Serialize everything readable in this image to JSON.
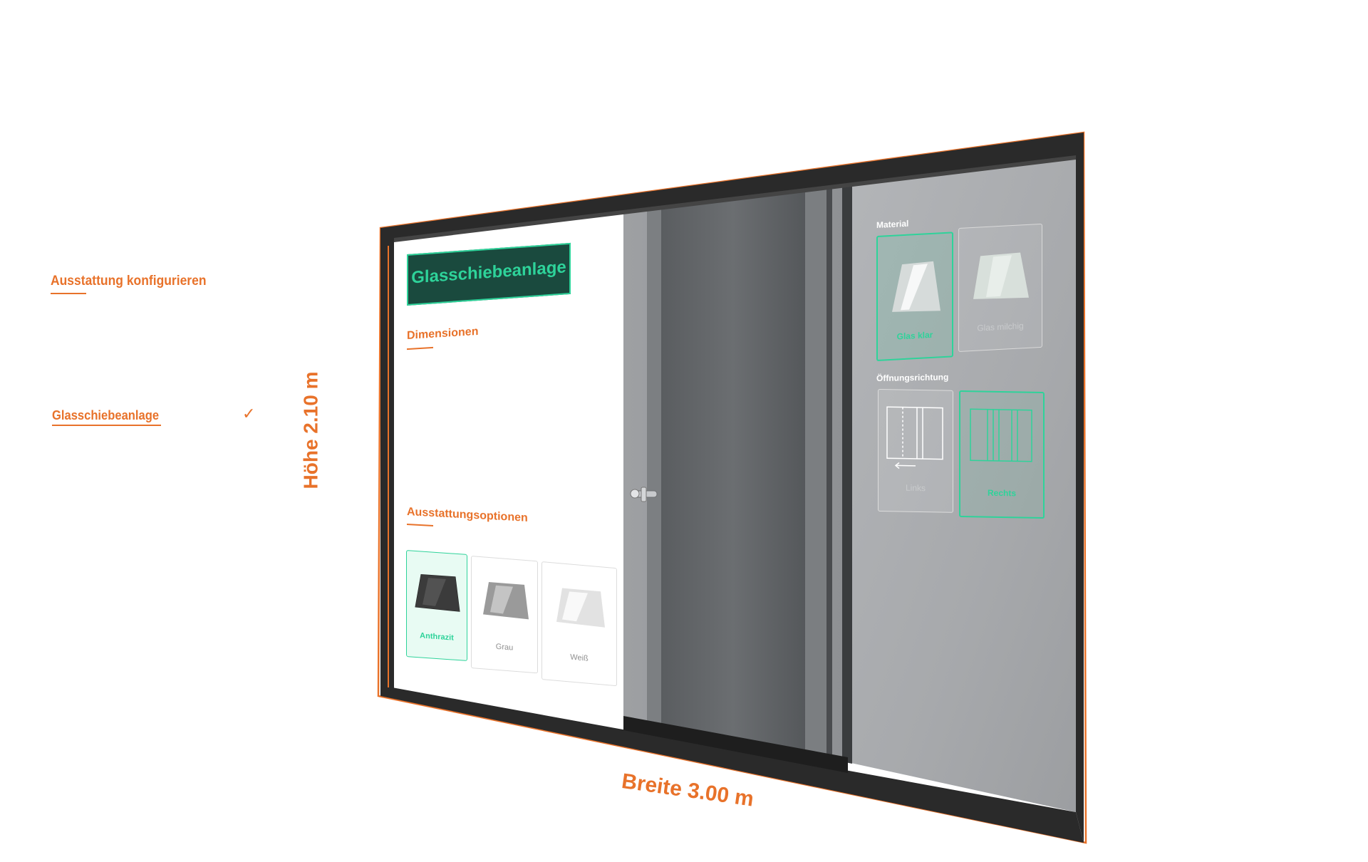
{
  "sidebar": {
    "title": "Ausstattung konfigurieren",
    "items": [
      {
        "label": "Glasschiebeanlage",
        "check": "✓"
      }
    ]
  },
  "dimensions": {
    "height_label": "Höhe 2.10 m",
    "width_label": "Breite 3.00 m"
  },
  "left_panel": {
    "title": "Glasschiebeanlage",
    "dimensions_heading": "Dimensionen",
    "options_heading": "Ausstattungsoptionen",
    "options": [
      {
        "label": "Anthrazit",
        "selected": true
      },
      {
        "label": "Grau",
        "selected": false
      },
      {
        "label": "Weiß",
        "selected": false
      }
    ]
  },
  "right_panel": {
    "material_heading": "Material",
    "materials": [
      {
        "label": "Glas klar",
        "selected": true
      },
      {
        "label": "Glas milchig",
        "selected": false
      }
    ],
    "opening_heading": "Öffnungsrichtung",
    "directions": [
      {
        "label": "Links",
        "selected": false
      },
      {
        "label": "Rechts",
        "selected": true
      }
    ]
  },
  "colors": {
    "accent_orange": "#e8722a",
    "accent_green": "#2ed39a",
    "frame": "#2a2a2a",
    "title_bg": "#1a4a3e"
  }
}
